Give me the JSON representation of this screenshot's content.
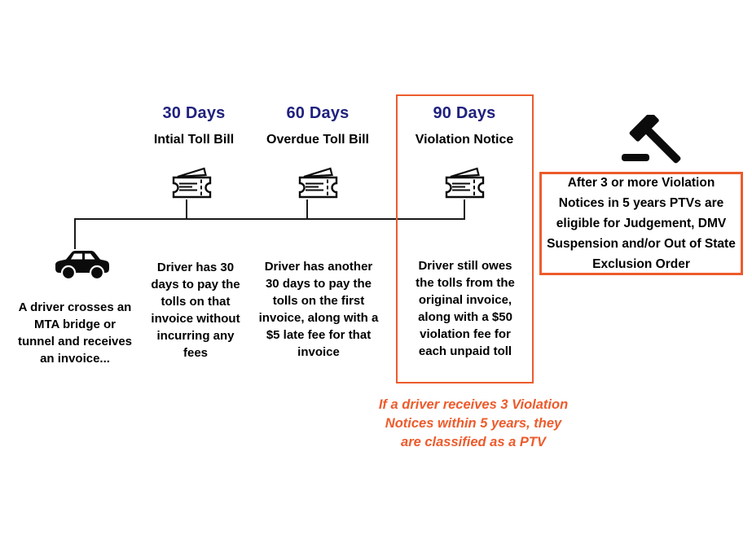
{
  "colors": {
    "navy": "#20217f",
    "orange": "#ed5b2c",
    "line": "#1a1a1a",
    "icon": "#0b0b0b"
  },
  "start": {
    "icon": "car-icon",
    "description": "A driver crosses an MTA bridge or tunnel and receives an invoice..."
  },
  "steps": [
    {
      "days": "30 Days",
      "title": "Intial Toll Bill",
      "icon": "ticket-icon",
      "description": "Driver has 30 days to pay the tolls on that invoice without incurring any fees",
      "highlighted": false
    },
    {
      "days": "60 Days",
      "title": "Overdue Toll Bill",
      "icon": "ticket-icon",
      "description": "Driver has another 30 days to pay the tolls on the first invoice, along with a $5 late fee for that invoice",
      "highlighted": false
    },
    {
      "days": "90 Days",
      "title": "Violation Notice",
      "icon": "ticket-icon",
      "description": "Driver still owes the tolls from the original invoice, along with a $50 violation fee for each unpaid toll",
      "highlighted": true
    }
  ],
  "ptv_note": "If a driver receives 3 Violation Notices within 5 years, they are classified as a PTV",
  "judgement": {
    "icon": "gavel-icon",
    "text": "After 3 or more Violation Notices in 5 years PTVs are eligible for Judgement, DMV Suspension and/or Out of State Exclusion Order"
  }
}
